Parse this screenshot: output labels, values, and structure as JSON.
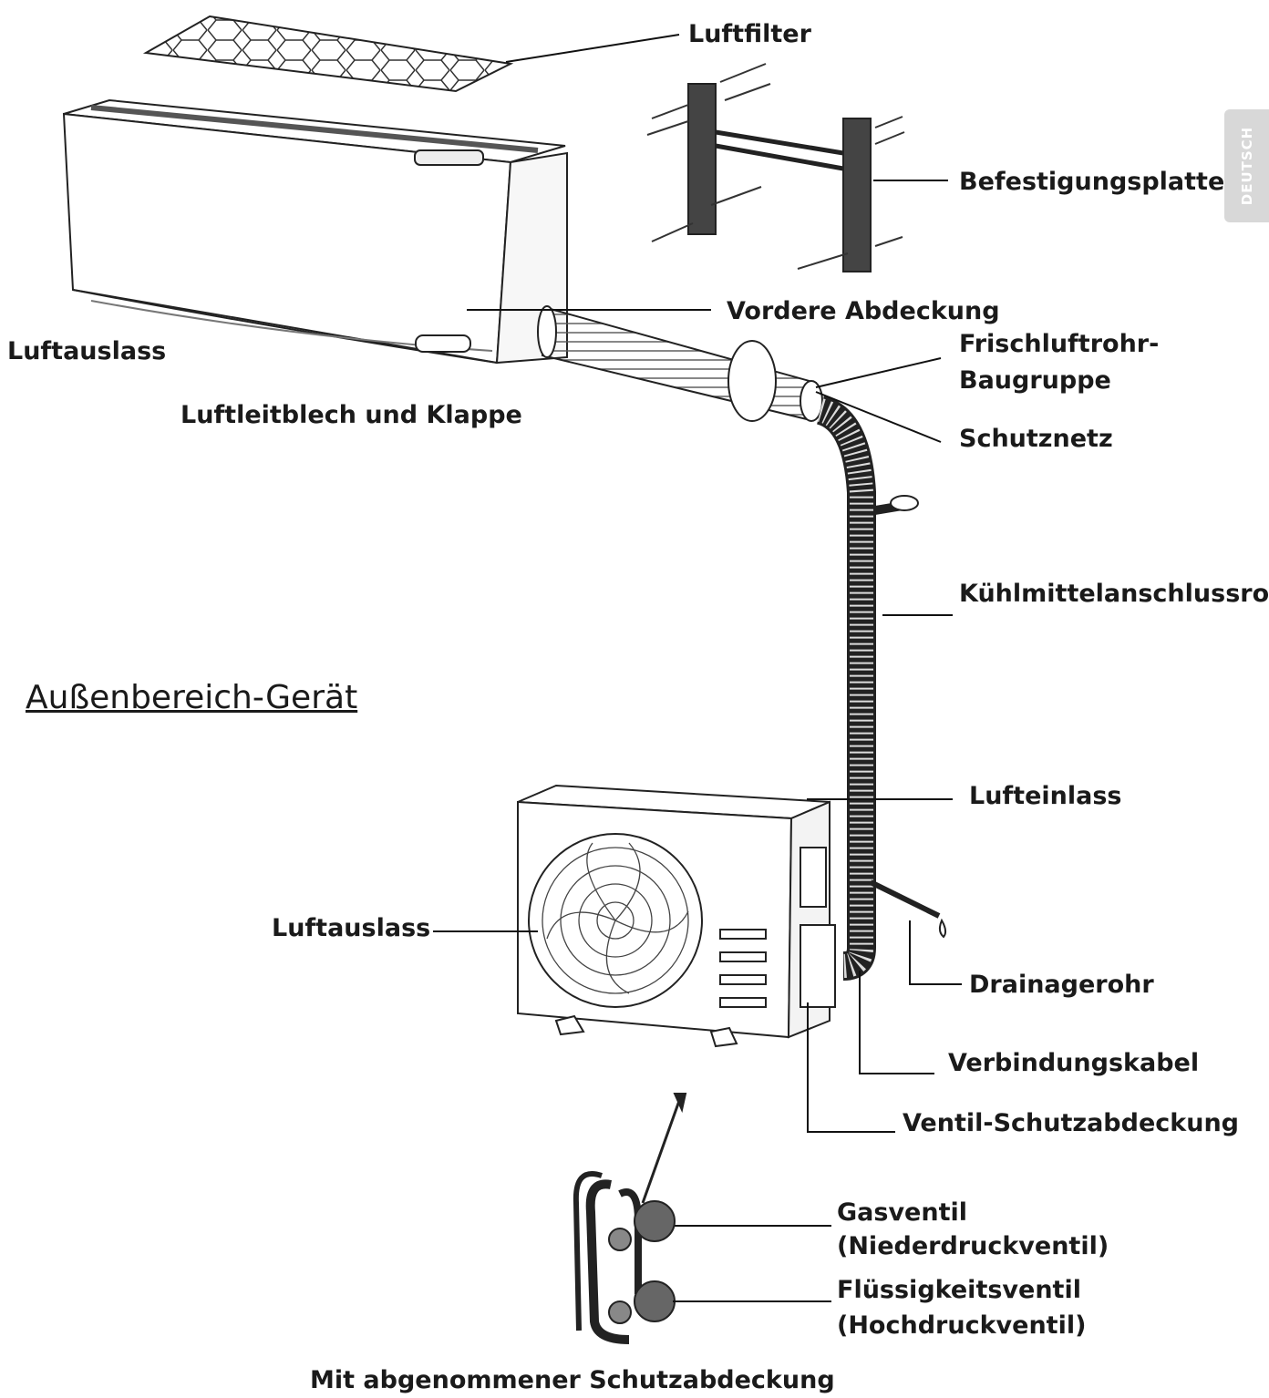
{
  "side_tab": "DEUTSCH",
  "heading": "Außenbereich-Gerät",
  "labels": {
    "air_filter": "Luftfilter",
    "mounting_plate": "Befestigungsplatte",
    "front_cover": "Vordere Abdeckung",
    "air_outlet_indoor": "Luftauslass",
    "fresh_air_pipe_1": "Frischluftrohr-",
    "fresh_air_pipe_2": "Baugruppe",
    "louver": "Luftleitblech und Klappe",
    "protective_net": "Schutznetz",
    "refrigerant_pipe": "Kühlmittelanschlussrohr",
    "air_inlet": "Lufteinlass",
    "air_outlet_outdoor": "Luftauslass",
    "drain_pipe": "Drainagerohr",
    "connecting_cable": "Verbindungskabel",
    "valve_cover": "Ventil-Schutzabdeckung",
    "gas_valve_1": "Gasventil",
    "gas_valve_2": "(Niederdruckventil)",
    "liquid_valve_1": "Flüssigkeitsventil",
    "liquid_valve_2": "(Hochdruckventil)",
    "caption": "Mit abgenommener Schutzabdeckung"
  }
}
